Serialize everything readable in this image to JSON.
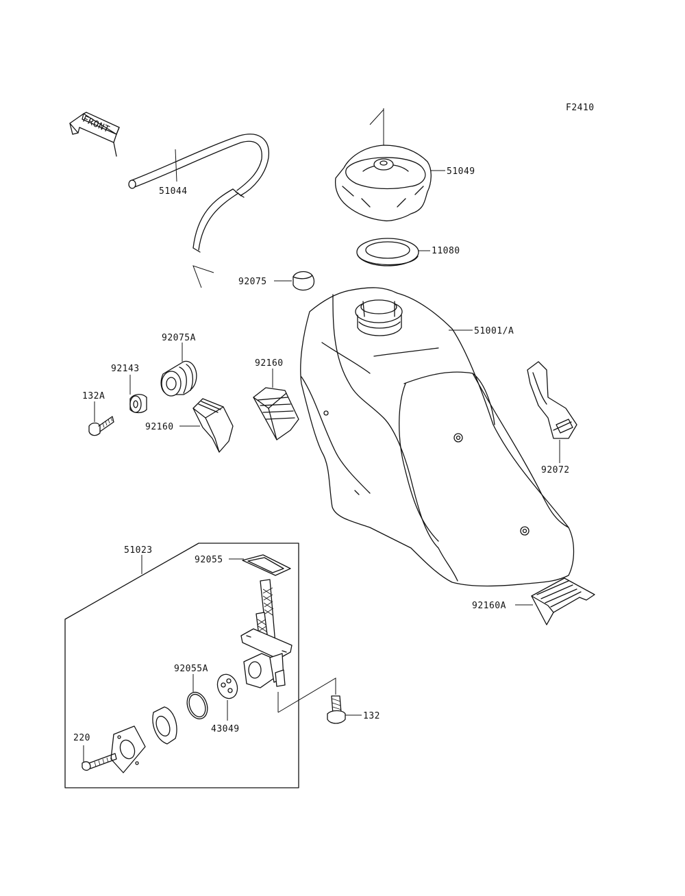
{
  "figure_code": "F2410",
  "direction_label": "FRONT",
  "parts": {
    "hose": "51044",
    "cap": "51049",
    "gasket": "11080",
    "plug": "92075",
    "tank": "51001/A",
    "damper": "92075A",
    "collar": "92143",
    "bolt_left": "132A",
    "pad_left": "92160",
    "pad_mid": "92160",
    "band": "92072",
    "cock_assy": "51023",
    "cock_gasket": "92055",
    "oring": "92055A",
    "lever": "43049",
    "bolt_right": "132",
    "screw": "220",
    "pad_bottom": "92160A"
  }
}
